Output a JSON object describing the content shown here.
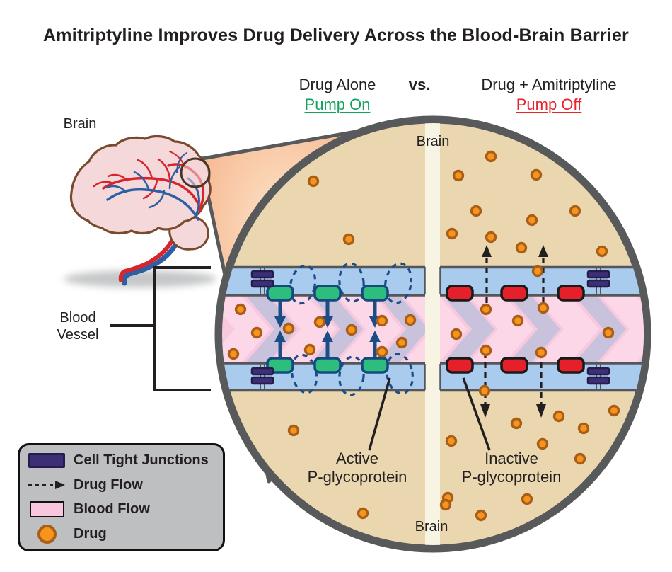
{
  "title": "Amitriptyline Improves Drug Delivery Across the Blood-Brain Barrier",
  "comparison": {
    "left_label": "Drug Alone",
    "left_status": "Pump On",
    "vs": "vs.",
    "right_label": "Drug + Amitriptyline",
    "right_status": "Pump Off"
  },
  "labels": {
    "brain": "Brain",
    "blood_vessel_line1": "Blood",
    "blood_vessel_line2": "Vessel",
    "brain_top": "Brain",
    "brain_bottom": "Brain",
    "active_line1": "Active",
    "active_line2": "P-glycoprotein",
    "inactive_line1": "Inactive",
    "inactive_line2": "P-glycoprotein"
  },
  "legend": {
    "items": [
      {
        "icon": "tight-junction-swatch",
        "label": "Cell Tight Junctions"
      },
      {
        "icon": "drug-flow-arrow",
        "label": "Drug Flow"
      },
      {
        "icon": "blood-flow-swatch",
        "label": "Blood Flow"
      },
      {
        "icon": "drug-dot",
        "label": "Drug"
      }
    ]
  },
  "colors": {
    "pump_on_green": "#13a15d",
    "pump_off_red": "#e8232e",
    "brain_tissue": "#ead7af",
    "circle_border": "#58595b",
    "cell_blue": "#a9cbed",
    "blood_pink": "#f8c8de",
    "chevron_lavender": "#c8c2dc",
    "chevron_light_pink": "#fbd7e8",
    "active_pump_fill": "#2dbe7d",
    "active_pump_stroke": "#15497f",
    "inactive_pump_fill": "#e6202b",
    "inactive_pump_stroke": "#1a1a1a",
    "tight_junction_fill": "#3d2f75",
    "tight_junction_stroke": "#261d4d",
    "drug_fill": "#f7941e",
    "drug_stroke": "#a95e17",
    "arrow_navy": "#1d4d87",
    "drug_flow_black": "#231f20",
    "divider_cream": "#f8f4e4"
  }
}
